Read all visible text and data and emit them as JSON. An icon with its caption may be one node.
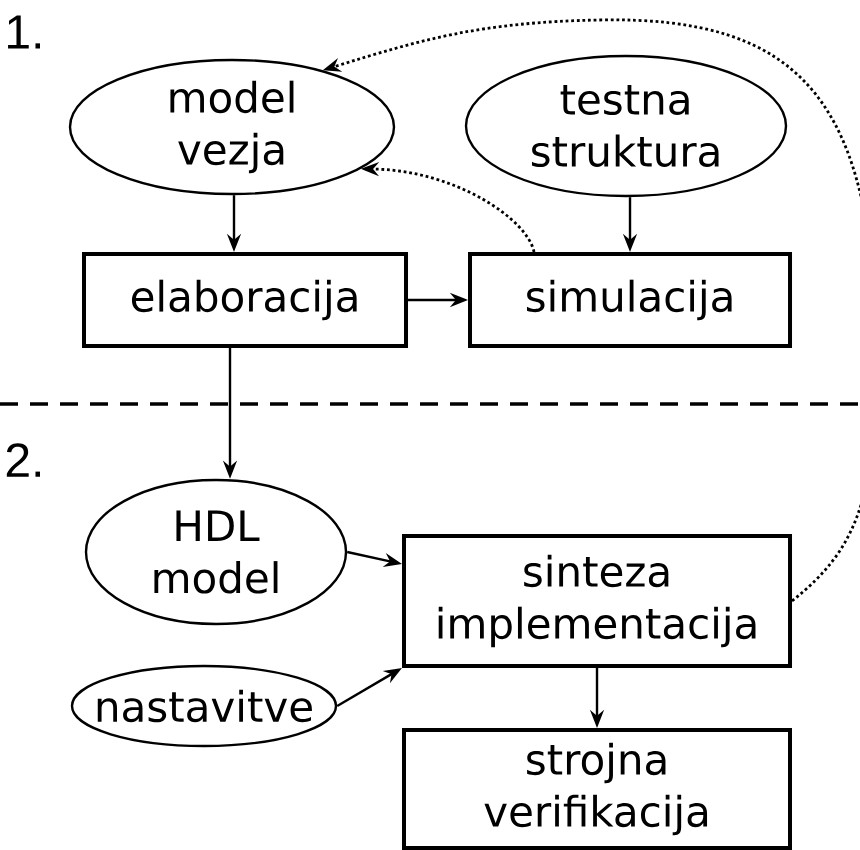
{
  "diagram": {
    "nodes": [
      {
        "text": [
          "model vezja"
        ]
      },
      {
        "text": [
          "testna struktura"
        ]
      },
      {
        "text": [
          "elaboracija"
        ]
      },
      {
        "text": [
          "simulacija"
        ]
      },
      {
        "text": [
          "HDL model"
        ]
      },
      {
        "text": [
          "sinteza implementacija"
        ]
      },
      {
        "text": [
          "nastavitve"
        ]
      },
      {
        "text": [
          "strojna verifikacija"
        ]
      }
    ],
    "edges": [
      {
        "from": 0,
        "to": 2,
        "arrow": "to"
      },
      {
        "from": 1,
        "to": 3,
        "arrow": "to"
      },
      {
        "from": 2,
        "to": 3,
        "arrow": "to"
      },
      {
        "from": 3,
        "to": 0,
        "arrow": "to",
        "style": "dashed"
      },
      {
        "from": 2,
        "to": 4,
        "arrow": "to"
      },
      {
        "from": 4,
        "to": 5,
        "arrow": "to"
      },
      {
        "from": 6,
        "to": 5,
        "arrow": "to"
      },
      {
        "from": 5,
        "to": 7,
        "arrow": "to"
      },
      {
        "from": 5,
        "to": 0,
        "arrow": "to",
        "style": "dashed"
      }
    ],
    "labels": [
      "1.",
      "2."
    ]
  }
}
